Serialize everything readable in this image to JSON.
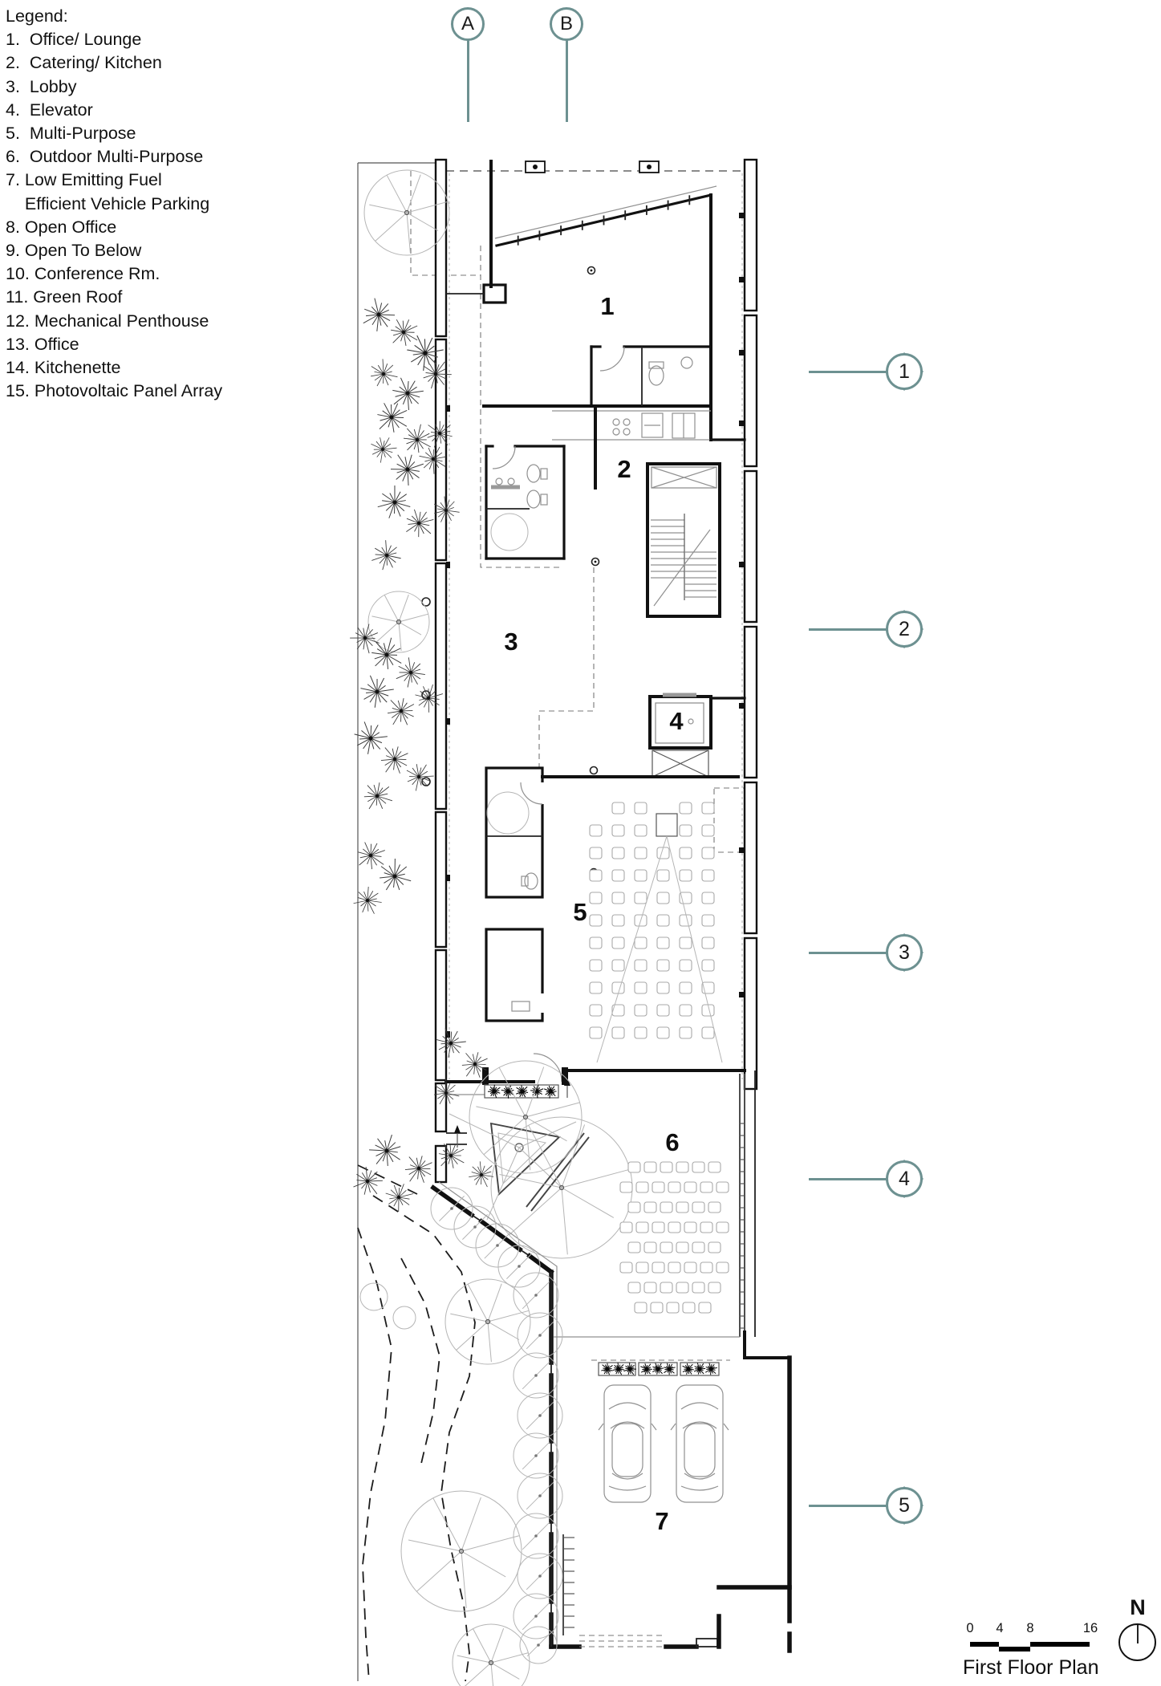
{
  "colors": {
    "annotation_teal": "#6d9191",
    "linework": "#111111"
  },
  "legend": {
    "title": "Legend:",
    "items": [
      "1.  Office/ Lounge",
      "2.  Catering/ Kitchen",
      "3.  Lobby",
      "4.  Elevator",
      "5.  Multi-Purpose",
      "6.  Outdoor Multi-Purpose",
      "7. Low Emitting Fuel\n    Efficient Vehicle Parking",
      "8. Open Office",
      "9. Open To Below",
      "10. Conference Rm.",
      "11. Green Roof",
      "12. Mechanical Penthouse",
      "13. Office",
      "14. Kitchenette",
      "15. Photovoltaic Panel Array"
    ]
  },
  "section_markers": {
    "a": "A",
    "b": "B"
  },
  "grid_markers": [
    "1",
    "2",
    "3",
    "4",
    "5"
  ],
  "room_labels": [
    "1",
    "2",
    "3",
    "4",
    "5",
    "6",
    "7"
  ],
  "scale_bar": {
    "labels": [
      "0",
      "4",
      "8",
      "16"
    ]
  },
  "north_label": "N",
  "plan_title": "First Floor Plan"
}
